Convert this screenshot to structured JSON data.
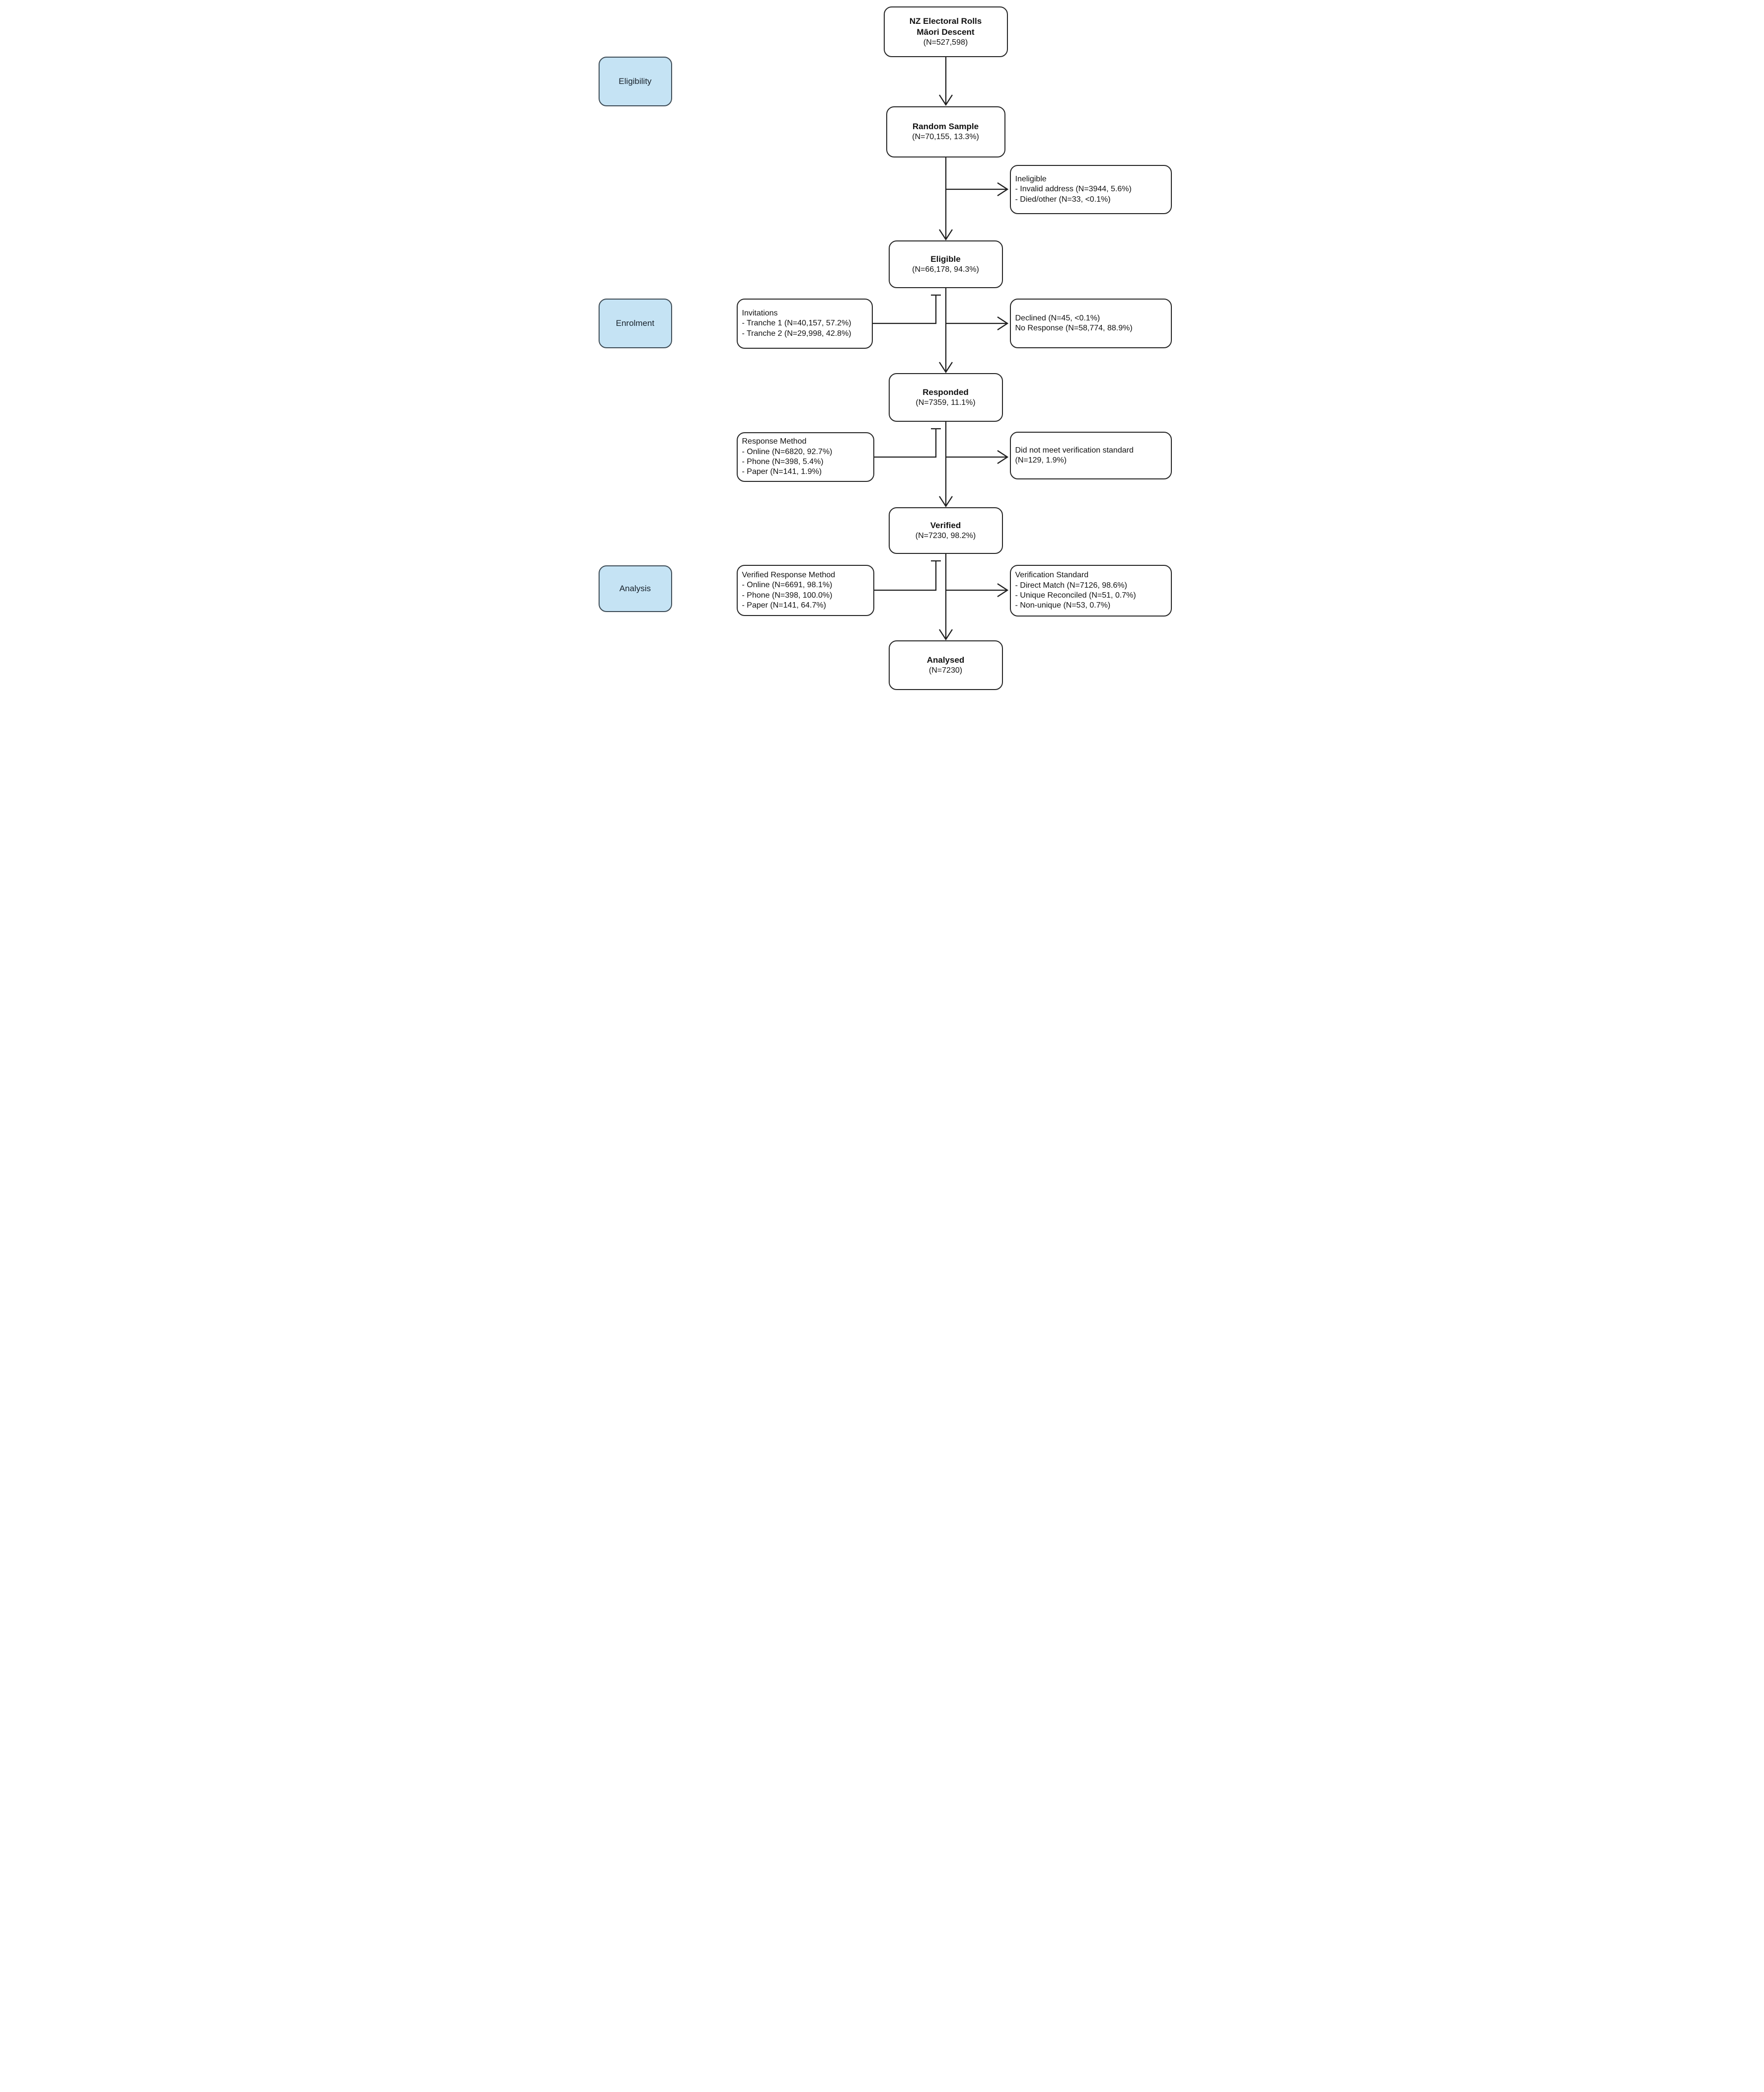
{
  "stages": {
    "eligibility": "Eligibility",
    "enrolment": "Enrolment",
    "analysis": "Analysis"
  },
  "flow": {
    "source": {
      "line1": "NZ Electoral Rolls",
      "line2": "Māori Descent",
      "n": "(N=527,598)"
    },
    "random_sample": {
      "title": "Random Sample",
      "n": "(N=70,155, 13.3%)"
    },
    "eligible": {
      "title": "Eligible",
      "n": "(N=66,178, 94.3%)"
    },
    "responded": {
      "title": "Responded",
      "n": "(N=7359, 11.1%)"
    },
    "verified": {
      "title": "Verified",
      "n": "(N=7230, 98.2%)"
    },
    "analysed": {
      "title": "Analysed",
      "n": "(N=7230)"
    }
  },
  "left": {
    "invitations": {
      "title": "Invitations",
      "items": [
        "- Tranche 1 (N=40,157, 57.2%)",
        "- Tranche 2 (N=29,998, 42.8%)"
      ]
    },
    "response_method": {
      "title": "Response Method",
      "items": [
        "- Online (N=6820, 92.7%)",
        "- Phone (N=398, 5.4%)",
        "- Paper (N=141, 1.9%)"
      ]
    },
    "verified_response_method": {
      "title": "Verified Response Method",
      "items": [
        "- Online (N=6691, 98.1%)",
        "- Phone (N=398, 100.0%)",
        "- Paper (N=141, 64.7%)"
      ]
    }
  },
  "right": {
    "ineligible": {
      "title": "Ineligible",
      "items": [
        "- Invalid address (N=3944, 5.6%)",
        "- Died/other (N=33, <0.1%)"
      ]
    },
    "declined": {
      "items": [
        "Declined (N=45, <0.1%)",
        "No Response (N=58,774, 88.9%)"
      ]
    },
    "did_not_meet_verification": {
      "items": [
        "Did not meet verification standard",
        "(N=129, 1.9%)"
      ]
    },
    "verification_standard": {
      "title": "Verification Standard",
      "items": [
        "- Direct Match (N=7126, 98.6%)",
        "- Unique Reconciled (N=51, 0.7%)",
        "- Non-unique (N=53, 0.7%)"
      ]
    }
  },
  "colors": {
    "stage_fill": "#C5E3F4",
    "stage_border": "#3E4C56",
    "box_border": "#262626",
    "connector": "#1F1F1F",
    "background": "#FFFFFF"
  }
}
